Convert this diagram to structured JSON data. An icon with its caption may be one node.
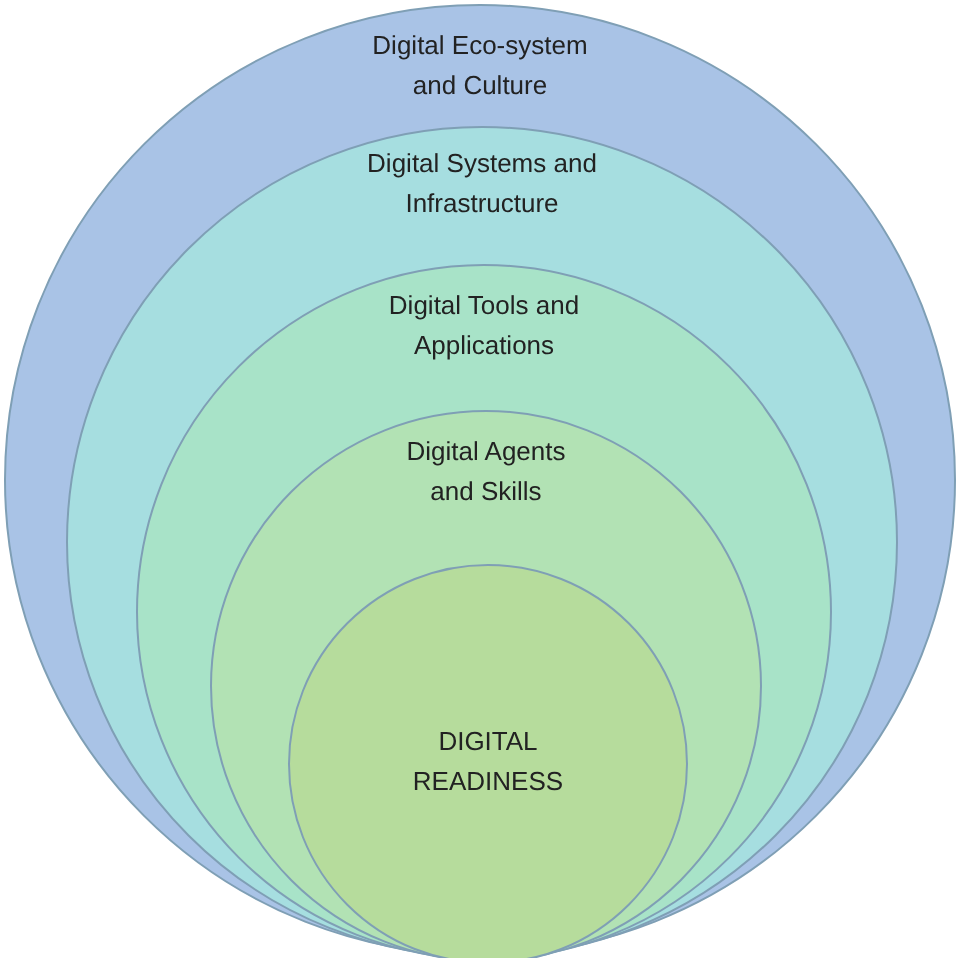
{
  "diagram": {
    "nodes": [
      {
        "text": [
          "Digital Eco-system and Culture"
        ]
      },
      {
        "text": [
          "Digital Systems and Infrastructure"
        ],
        "in": 0
      },
      {
        "text": [
          "Digital Tools and Applications"
        ],
        "in": 1
      },
      {
        "text": [
          "Digital Agents and Skills"
        ],
        "in": 2
      },
      {
        "text": [
          "DIGITAL READINESS"
        ],
        "in": 3
      }
    ]
  }
}
